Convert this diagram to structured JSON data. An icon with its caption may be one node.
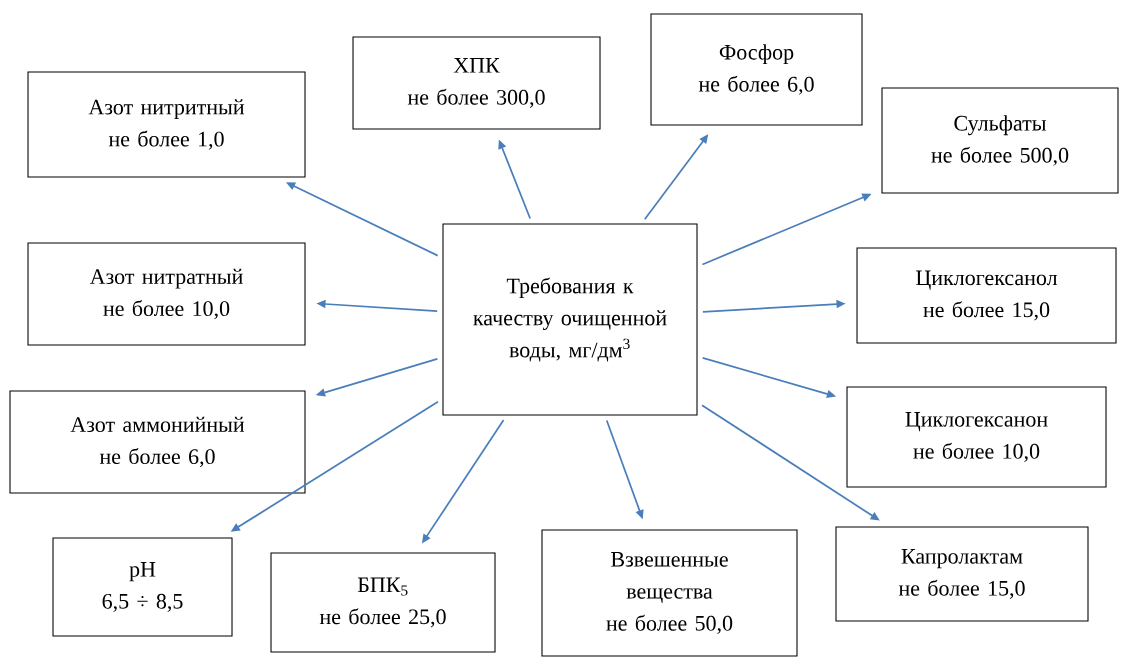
{
  "diagram": {
    "nodes": [
      {
        "text": [
          "Азот нитритный",
          "не более 1,0"
        ]
      },
      {
        "text": [
          "ХПК",
          "не более 300,0"
        ]
      },
      {
        "text": [
          "Фосфор",
          "не более 6,0"
        ]
      },
      {
        "text": [
          "Сульфаты",
          "не более 500,0"
        ]
      },
      {
        "text": [
          "Азот нитратный",
          "не более 10,0"
        ]
      },
      {
        "text": [
          "Требования к качеству очищенной воды, мг/дм$^{3}$"
        ]
      },
      {
        "text": [
          "Циклогексанол",
          "не более 15,0"
        ]
      },
      {
        "text": [
          "Азот аммонийный",
          "не более 6,0"
        ]
      },
      {
        "text": [
          "Циклогексанон",
          "не более 10,0"
        ]
      },
      {
        "text": [
          "pH",
          "6,5 ÷ 8,5"
        ]
      },
      {
        "text": [
          "БПК$_{5}$",
          "не более 25,0"
        ]
      },
      {
        "text": [
          "Взвешенные вещества",
          "не более 50,0"
        ]
      },
      {
        "text": [
          "Капролактам",
          "не более 15,0"
        ]
      }
    ],
    "edges": [
      {
        "from": 5,
        "to": 0,
        "arrow": "to"
      },
      {
        "from": 5,
        "to": 1,
        "arrow": "to"
      },
      {
        "from": 5,
        "to": 2,
        "arrow": "to"
      },
      {
        "from": 5,
        "to": 3,
        "arrow": "to"
      },
      {
        "from": 5,
        "to": 4,
        "arrow": "to"
      },
      {
        "from": 5,
        "to": 6,
        "arrow": "to"
      },
      {
        "from": 5,
        "to": 7,
        "arrow": "to"
      },
      {
        "from": 5,
        "to": 8,
        "arrow": "to"
      },
      {
        "from": 5,
        "to": 9,
        "arrow": "to"
      },
      {
        "from": 5,
        "to": 10,
        "arrow": "to"
      },
      {
        "from": 5,
        "to": 11,
        "arrow": "to"
      },
      {
        "from": 5,
        "to": 12,
        "arrow": "to"
      }
    ]
  }
}
